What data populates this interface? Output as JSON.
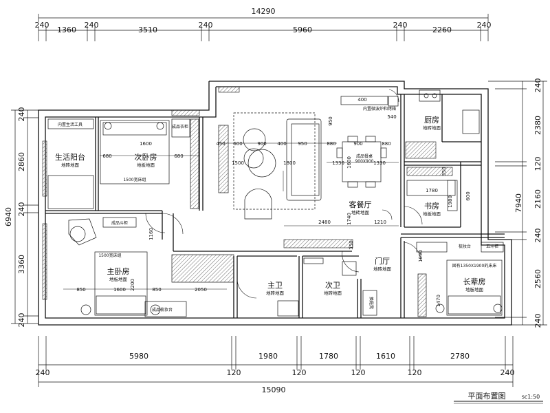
{
  "drawing": {
    "title": "平面布置图",
    "scale": "sc1:50"
  },
  "dimensions": {
    "top_total": "14290",
    "top_segments": [
      "240",
      "1360",
      "240",
      "3510",
      "240",
      "5960",
      "240",
      "2260",
      "240"
    ],
    "bottom_total": "15090",
    "bottom_segments": [
      "240",
      "5980",
      "120",
      "1980",
      "120",
      "1780",
      "120",
      "1610",
      "120",
      "2780",
      "240"
    ],
    "left_total": "6940",
    "left_segments": [
      "240",
      "2860",
      "240",
      "3360",
      "240"
    ],
    "right_total": "7940",
    "right_segments": [
      "240",
      "2380",
      "120",
      "2160",
      "240",
      "2560",
      "240"
    ]
  },
  "rooms": [
    {
      "id": "living-balcony",
      "name": "生活阳台",
      "floor": "地砖地面"
    },
    {
      "id": "second-bedroom",
      "name": "次卧房",
      "floor": "地板地面"
    },
    {
      "id": "kitchen",
      "name": "厨房",
      "floor": "地砖地面"
    },
    {
      "id": "living-dining",
      "name": "客餐厅",
      "floor": "地砖地面"
    },
    {
      "id": "study",
      "name": "书房",
      "floor": "地板地面"
    },
    {
      "id": "master-bedroom",
      "name": "主卧房",
      "floor": "地板地面"
    },
    {
      "id": "master-bath",
      "name": "主卫",
      "floor": "地砖地面"
    },
    {
      "id": "second-bath",
      "name": "次卫",
      "floor": "地砖地面"
    },
    {
      "id": "foyer",
      "name": "门厅",
      "floor": "地砖地面"
    },
    {
      "id": "elder-room",
      "name": "长辈房",
      "floor": "地板地面"
    }
  ],
  "labels": {
    "balcony_tools": "内置生活工具",
    "wardrobe_2": "成品衣柜",
    "bed_2": "1500宽床组",
    "dim_680a": "680",
    "dim_1600a": "1600",
    "dim_680b": "680",
    "microwave": "内置微波炉和烤箱",
    "dim_400a": "400",
    "dim_540": "540",
    "dim_450": "450",
    "dim_600": "600",
    "dim_900a": "900",
    "dim_400b": "400",
    "dim_950": "950",
    "dim_880a": "880",
    "dim_900b": "900",
    "dim_880b": "880",
    "dim_950v": "950",
    "dim_1500": "1500",
    "dim_1800": "1800",
    "dim_1330a": "1330",
    "dim_1330b": "1330",
    "dim_1600v": "1600",
    "dining_table": "成品餐桌",
    "dining_size": "900X900",
    "dim_1780": "1780",
    "dim_600s": "600",
    "dim_1980": "1980",
    "dim_350a": "350",
    "dim_1740": "1740",
    "dim_2480": "2480",
    "dim_1210": "1210",
    "dim_350b": "350",
    "cabinet_master": "成品斗柜",
    "dim_1160": "1160",
    "bed_master": "1500宽床组",
    "dim_850a": "850",
    "dim_1600b": "1600",
    "dim_2200": "2200",
    "dim_850b": "850",
    "dim_2050": "2050",
    "dressing_master": "成品梳妆台",
    "shoe_bench": "换鞋凳",
    "dim_1090": "1090",
    "elder_dresser": "梳妆台",
    "elder_cabinet": "五斗柜",
    "elder_bed": "固有1350X1900的床床",
    "dim_1470": "1470"
  },
  "colors": {
    "line": "#111111",
    "hatch": "#555555",
    "text": "#111111"
  }
}
